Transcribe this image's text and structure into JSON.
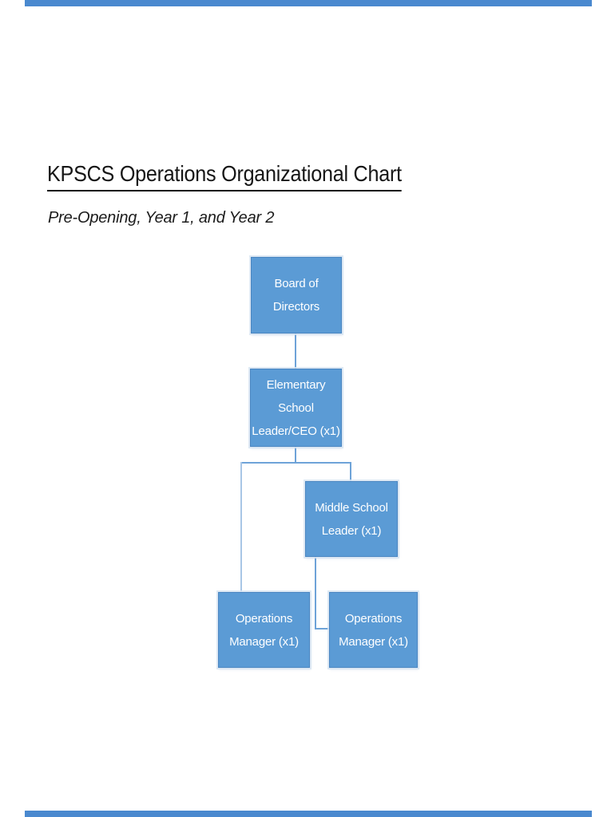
{
  "page": {
    "background": "#ffffff",
    "edge_strip_color": "#4a89cf"
  },
  "document": {
    "title": "KPSCS Operations Organizational Chart",
    "subtitle": "Pre-Opening, Year 1, and Year 2"
  },
  "org_chart": {
    "style": {
      "node_fill": "#5b9bd5",
      "node_border": "#4a86c2",
      "node_text_color": "#ffffff",
      "connector_color": "#6ea3d8"
    },
    "nodes": [
      {
        "id": "board-of-directors",
        "label": "Board of Directors",
        "lines": [
          "Board of",
          "Directors"
        ],
        "reports_to": null
      },
      {
        "id": "elementary-school-leader-ceo",
        "label": "Elementary School Leader/CEO (x1)",
        "lines": [
          "Elementary",
          "School",
          "Leader/CEO (x1)"
        ],
        "reports_to": "board-of-directors"
      },
      {
        "id": "middle-school-leader",
        "label": "Middle School Leader (x1)",
        "lines": [
          "Middle School",
          "Leader (x1)"
        ],
        "reports_to": "elementary-school-leader-ceo"
      },
      {
        "id": "operations-manager-left",
        "label": "Operations Manager (x1)",
        "lines": [
          "Operations",
          "Manager (x1)"
        ],
        "reports_to": "elementary-school-leader-ceo"
      },
      {
        "id": "operations-manager-right",
        "label": "Operations Manager (x1)",
        "lines": [
          "Operations",
          "Manager (x1)"
        ],
        "reports_to": "middle-school-leader"
      }
    ]
  }
}
